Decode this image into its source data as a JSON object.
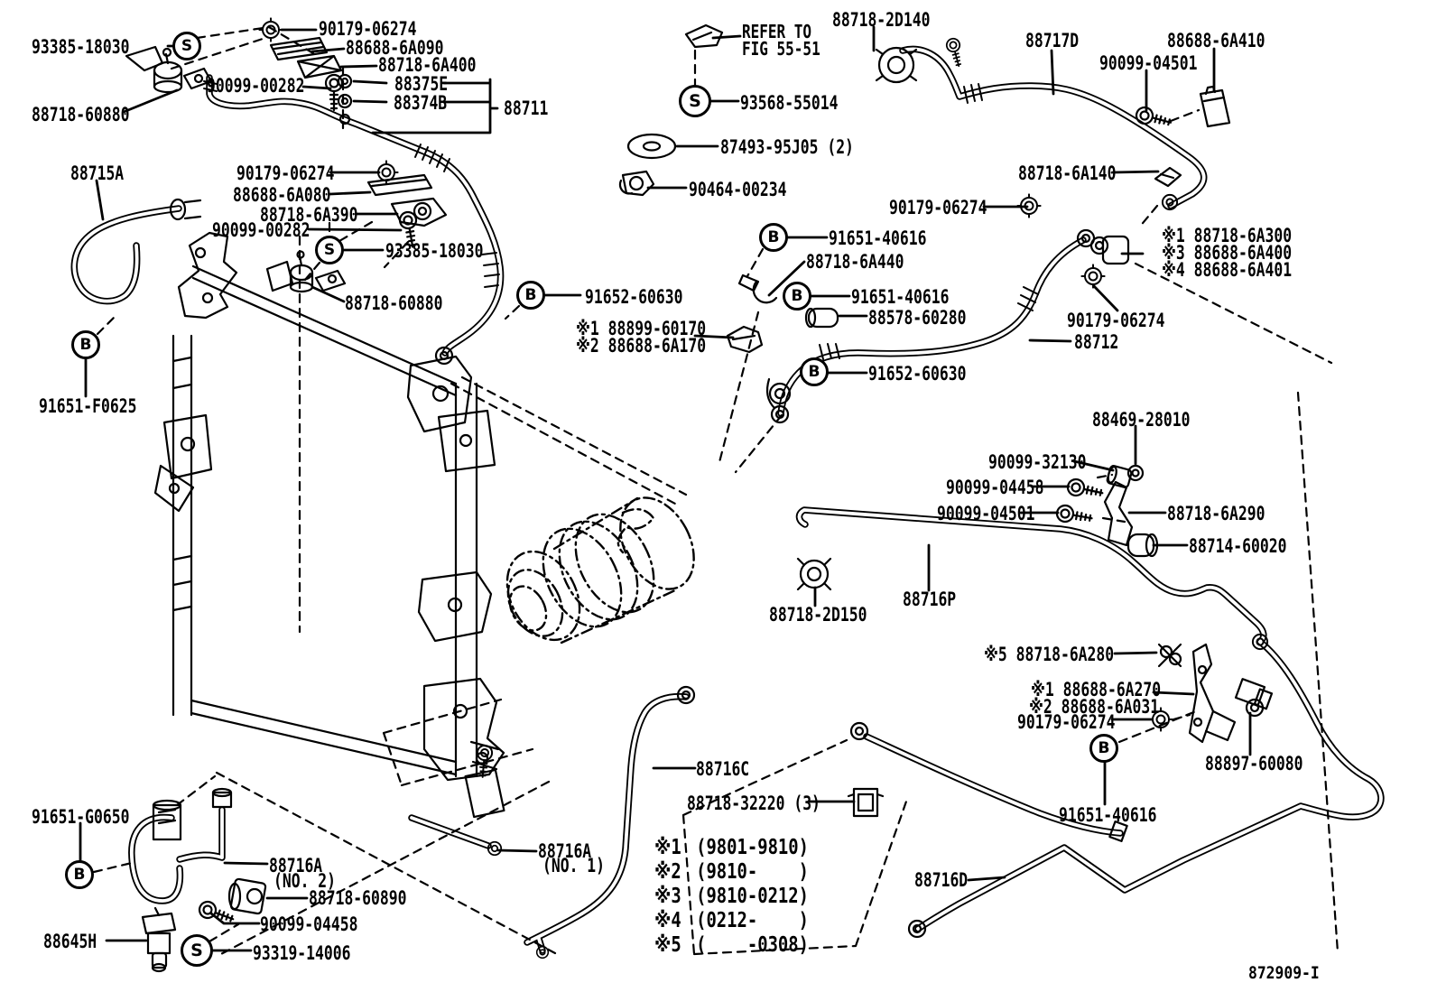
{
  "page": {
    "background": "#ffffff",
    "ink": "#000000"
  },
  "drawing_number": "872909-I",
  "refer_note": {
    "line1": "REFER TO",
    "line2": "FIG 55-51"
  },
  "connector_letters": {
    "s": "S",
    "b": "B"
  },
  "footnotes": [
    {
      "mark": "※1",
      "range": "(9801-9810)"
    },
    {
      "mark": "※2",
      "range": "(9810-    )"
    },
    {
      "mark": "※3",
      "range": "(9810-0212)"
    },
    {
      "mark": "※4",
      "range": "(0212-    )"
    },
    {
      "mark": "※5",
      "range": "(    -0308)"
    }
  ],
  "labels": {
    "l01": "93385-18030",
    "l02": "90179-06274",
    "l03": "88688-6A090",
    "l04": "88718-6A400",
    "l05": "90099-00282",
    "l06": "88375E",
    "l07": "88374B",
    "l08": "88711",
    "l09": "88718-60880",
    "l10": "88715A",
    "l11": "90179-06274",
    "l12": "88688-6A080",
    "l13": "88718-6A390",
    "l14": "90099-00282",
    "l15": "93385-18030",
    "l16": "88718-60880",
    "l17": "91651-F0625",
    "l19": "93568-55014",
    "l20": "87493-95J05 (2)",
    "l21": "90464-00234",
    "l22": "88718-2D140",
    "l23": "88717D",
    "l24": "88688-6A410",
    "l25": "90099-04501",
    "l26": "88718-6A140",
    "l27": "90179-06274",
    "l28": "※1 88718-6A300",
    "l29": "※3 88688-6A400",
    "l30": "※4 88688-6A401",
    "l31": "90179-06274",
    "l32": "88712",
    "l33": "91651-40616",
    "l34": "88718-6A440",
    "l35": "91652-60630",
    "l36": "91651-40616",
    "l37": "88578-60280",
    "l38": "※1 88899-60170",
    "l39": "※2 88688-6A170",
    "l40": "91652-60630",
    "l41": "88469-28010",
    "l42": "90099-32130",
    "l43": "90099-04458",
    "l44": "90099-04501",
    "l45": "88718-6A290",
    "l46": "88714-60020",
    "l47": "88716P",
    "l48": "88718-2D150",
    "l49": "※5 88718-6A280",
    "l50": "※1 88688-6A270",
    "l51": "※2 88688-6A031",
    "l52": "90179-06274",
    "l53": "88897-60080",
    "l54": "91651-40616",
    "l55": "88716D",
    "l56": "91651-G0650",
    "l57": "88716A",
    "l57b": "(NO. 2)",
    "l58": "88718-60890",
    "l59": "90099-04458",
    "l60": "88645H",
    "l61": "93319-14006",
    "l62": "88716C",
    "l63": "88718-32220 (3)",
    "l64": "88716A",
    "l64b": "(NO. 1)"
  }
}
